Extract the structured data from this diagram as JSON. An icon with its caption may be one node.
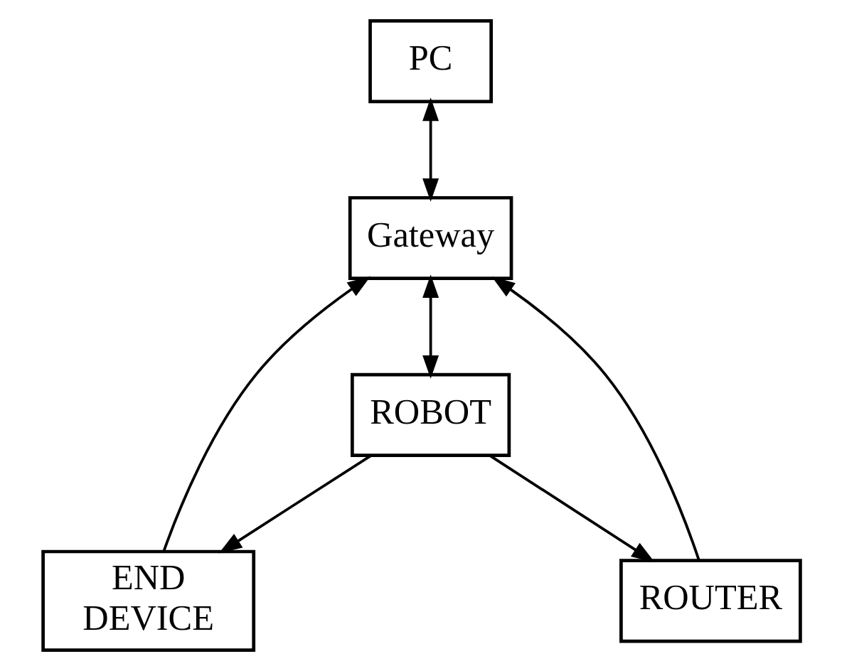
{
  "diagram": {
    "nodes": [
      {
        "text": [
          "PC"
        ]
      },
      {
        "text": [
          "Gateway"
        ]
      },
      {
        "text": [
          "END DEVICE"
        ]
      },
      {
        "text": [
          "ROUTER"
        ]
      },
      {
        "text": [
          "ROBOT"
        ]
      }
    ],
    "edges": [
      {
        "from": 0,
        "to": 1,
        "arrow": "both"
      },
      {
        "from": 2,
        "to": 1,
        "arrow": "to"
      },
      {
        "from": 3,
        "to": 1,
        "arrow": "to"
      },
      {
        "from": 1,
        "to": 4,
        "arrow": "both"
      },
      {
        "from": 4,
        "to": 2,
        "arrow": "to"
      },
      {
        "from": 4,
        "to": 3,
        "arrow": "to"
      }
    ]
  }
}
